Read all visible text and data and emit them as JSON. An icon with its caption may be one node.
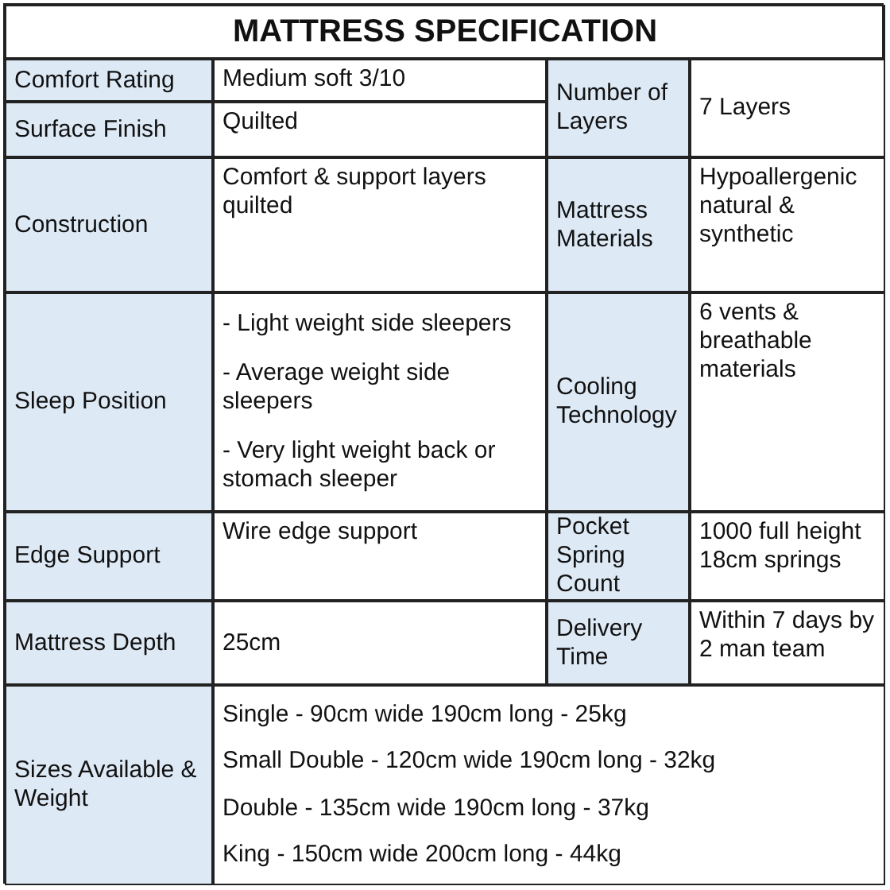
{
  "diagram": {
    "title": "MATTRESS SPECIFICATION",
    "labels": [
      "Comfort Rating",
      "Medium soft 3/10",
      "Number of Layers",
      "7 Layers",
      "Surface Finish",
      "Quilted",
      "Construction",
      "Comfort & support layers quilted",
      "Mattress Materials",
      "Hypoallergenic natural & synthetic",
      "Sleep Position",
      "- Light weight side sleepers",
      "- Average weight side sleepers",
      "- Very light weight back or stomach sleeper",
      "Cooling Technology",
      "6 vents & breathable materials",
      "Edge Support",
      "Wire edge support",
      "Pocket Spring Count",
      "1000 full height 18cm springs",
      "Mattress Depth",
      "25cm",
      "Delivery Time",
      "Within 7 days by 2 man team",
      "Sizes Available & Weight",
      "Single - 90cm wide 190cm long - 25kg",
      "Small Double - 120cm wide 190cm long - 32kg",
      "Double - 135cm wide 190cm long - 37kg",
      "King - 150cm wide 200cm long - 44kg"
    ]
  }
}
